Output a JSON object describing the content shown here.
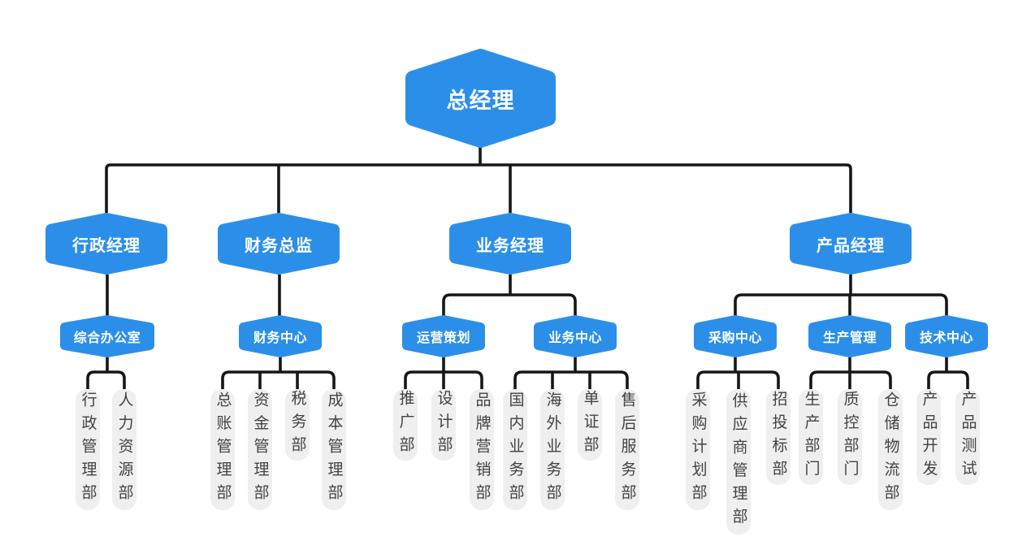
{
  "org": {
    "label": "总经理",
    "children": [
      {
        "label": "行政经理",
        "children": [
          {
            "label": "综合办公室",
            "children": [
              {
                "label": "行政管理部"
              },
              {
                "label": "人力资源部"
              }
            ]
          }
        ]
      },
      {
        "label": "财务总监",
        "children": [
          {
            "label": "财务中心",
            "children": [
              {
                "label": "总账管理部"
              },
              {
                "label": "资金管理部"
              },
              {
                "label": "税务部"
              },
              {
                "label": "成本管理部"
              }
            ]
          }
        ]
      },
      {
        "label": "业务经理",
        "children": [
          {
            "label": "运营策划",
            "children": [
              {
                "label": "推广部"
              },
              {
                "label": "设计部"
              },
              {
                "label": "品牌营销部"
              }
            ]
          },
          {
            "label": "业务中心",
            "children": [
              {
                "label": "国内业务部"
              },
              {
                "label": "海外业务部"
              },
              {
                "label": "单证部"
              },
              {
                "label": "售后服务部"
              }
            ]
          }
        ]
      },
      {
        "label": "产品经理",
        "children": [
          {
            "label": "采购中心",
            "children": [
              {
                "label": "采购计划部"
              },
              {
                "label": "供应商管理部"
              },
              {
                "label": "招投标部"
              }
            ]
          },
          {
            "label": "生产管理",
            "children": [
              {
                "label": "生产部门"
              },
              {
                "label": "质控部门"
              },
              {
                "label": "仓储物流部"
              }
            ]
          },
          {
            "label": "技术中心",
            "children": [
              {
                "label": "产品开发"
              },
              {
                "label": "产品测试"
              }
            ]
          }
        ]
      }
    ]
  },
  "colors": {
    "node_blue": "#2b8fe9",
    "line": "#161616",
    "leaf_bg": "#efefef",
    "leaf_text": "#424242"
  }
}
